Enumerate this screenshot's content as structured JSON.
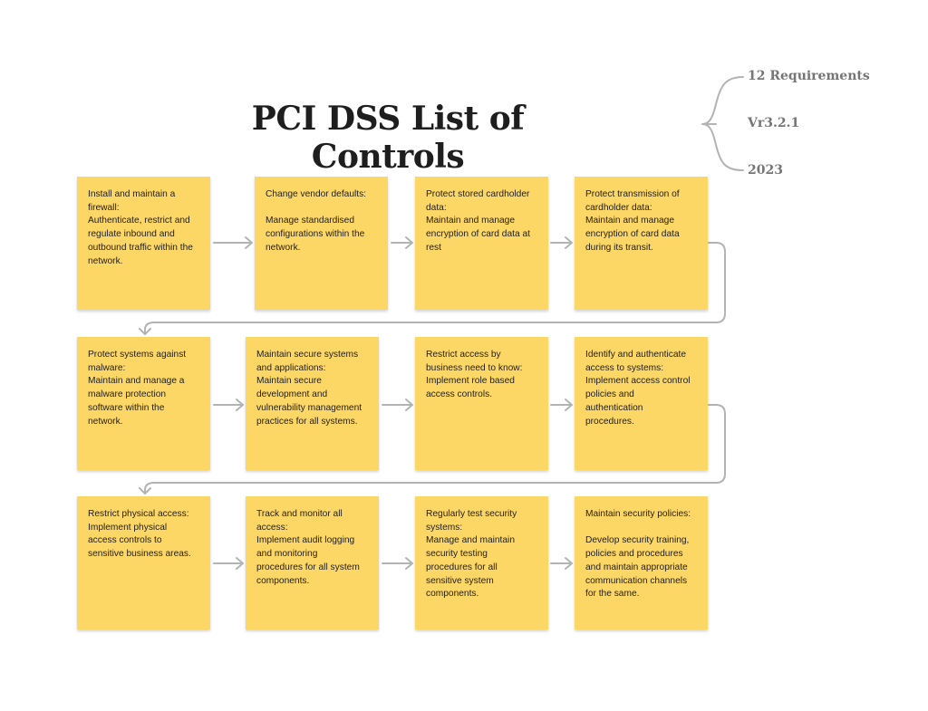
{
  "title": "PCI DSS List of Controls",
  "meta": [
    "12 Requirements",
    "Vr3.2.1",
    "2023"
  ],
  "requirements": [
    "Install and maintain a\nfirewall:\nAuthenticate, restrict and\nregulate inbound and\noutbound traffic within the\nnetwork.",
    "Change vendor defaults:\n\nManage standardised\nconfigurations within the\nnetwork.",
    "Protect stored cardholder\ndata:\nMaintain and manage\nencryption of card data at\nrest",
    "Protect transmission of\ncardholder data:\nMaintain and manage\nencryption of card data\nduring its transit.",
    "Protect systems against\nmalware:\nMaintain and manage a\nmalware protection\nsoftware within the\nnetwork.",
    "Maintain secure systems\nand applications:\nMaintain secure\ndevelopment  and\nvulnerability management\npractices for all systems.",
    "Restrict access by\nbusiness need to know:\nImplement role based\naccess controls.",
    "Identify and authenticate\naccess to systems:\nImplement access control\npolicies and\nauthentication\nprocedures.",
    "Restrict physical access:\nImplement physical\naccess controls to\nsensitive business areas.",
    "Track and monitor all\naccess:\nImplement audit logging\nand monitoring\nprocedures for all system\ncomponents.",
    "Regularly test security\nsystems:\nManage and maintain\nsecurity testing\nprocedures for all\nsensitive system\ncomponents.",
    "Maintain security policies:\n\nDevelop security training,\npolicies and procedures\nand maintain appropriate\ncommunication channels\nfor the same."
  ],
  "colors": {
    "note": "#fdd766",
    "connector": "#b3b3b3",
    "meta": "#757575"
  }
}
